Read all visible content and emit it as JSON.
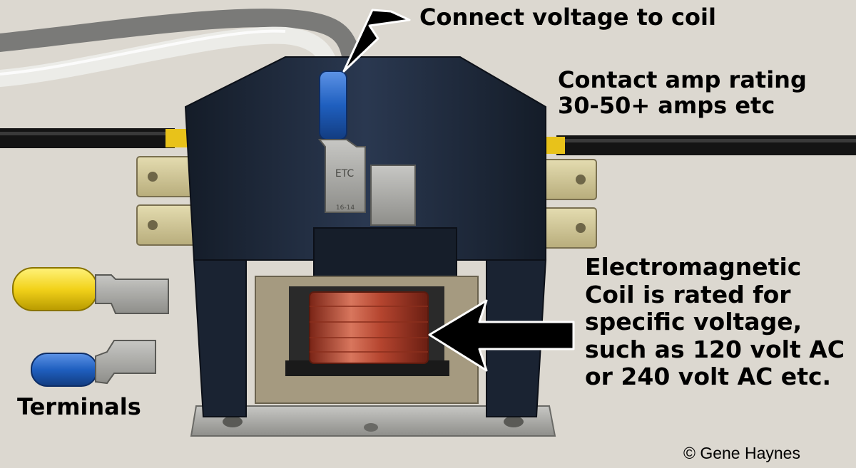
{
  "annotations": {
    "coil_voltage": "Connect voltage to coil",
    "amp_rating": [
      "Contact amp rating",
      "30-50+ amps etc"
    ],
    "electromagnetic_coil": [
      "Electromagnetic",
      "Coil is rated for",
      "specific voltage,",
      "such as 120 volt AC",
      "or 240 volt AC etc."
    ],
    "terminals": "Terminals"
  },
  "terminal_stamp": {
    "brand": "ETC",
    "gauge": "16-14"
  },
  "copyright": "© Gene Haynes",
  "colors": {
    "background": "#dcd8d0",
    "contactor_body": "#1e2a3c",
    "coil_copper": "#b5452f",
    "yellow_terminal": "#f2d21a",
    "blue_terminal": "#1f5fbf",
    "arrow": "#000000"
  }
}
